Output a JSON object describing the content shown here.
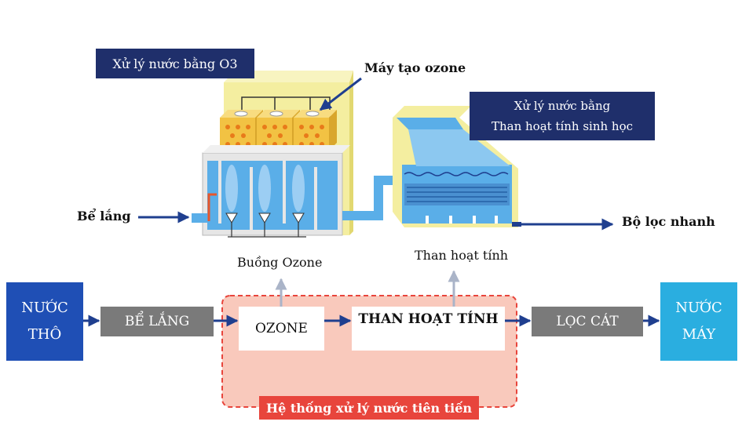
{
  "labels": {
    "ozone_title": "Xử lý nước bằng O3",
    "ozone_generator": "Máy tạo ozone",
    "carbon_title_line1": "Xử lý nước bằng",
    "carbon_title_line2": "Than hoạt tính sinh học",
    "settling_tank": "Bể lắng",
    "ozone_chamber": "Buồng Ozone",
    "activated_carbon": "Than hoạt tính",
    "fast_filter": "Bộ lọc nhanh"
  },
  "flow": {
    "raw_water_line1": "NƯỚC",
    "raw_water_line2": "THÔ",
    "settling": "BỂ LẮNG",
    "ozone": "OZONE",
    "carbon": "THAN HOẠT TÍNH",
    "sand_filter": "LỌC CÁT",
    "tap_water_line1": "NƯỚC",
    "tap_water_line2": "MÁY",
    "advanced_system": "Hệ thống xử lý nước tiên tiến"
  },
  "colors": {
    "navy": "#1f2f6b",
    "arrow": "#1f3f8f",
    "water_blue": "#5aaee8",
    "raw_water": "#1f4fb5",
    "tap_water": "#2aaee0",
    "grey_box": "#7a7a7a",
    "pink_region": "#f9c9bc",
    "red_dashed": "#e8453c",
    "yellow": "#f0e890"
  }
}
